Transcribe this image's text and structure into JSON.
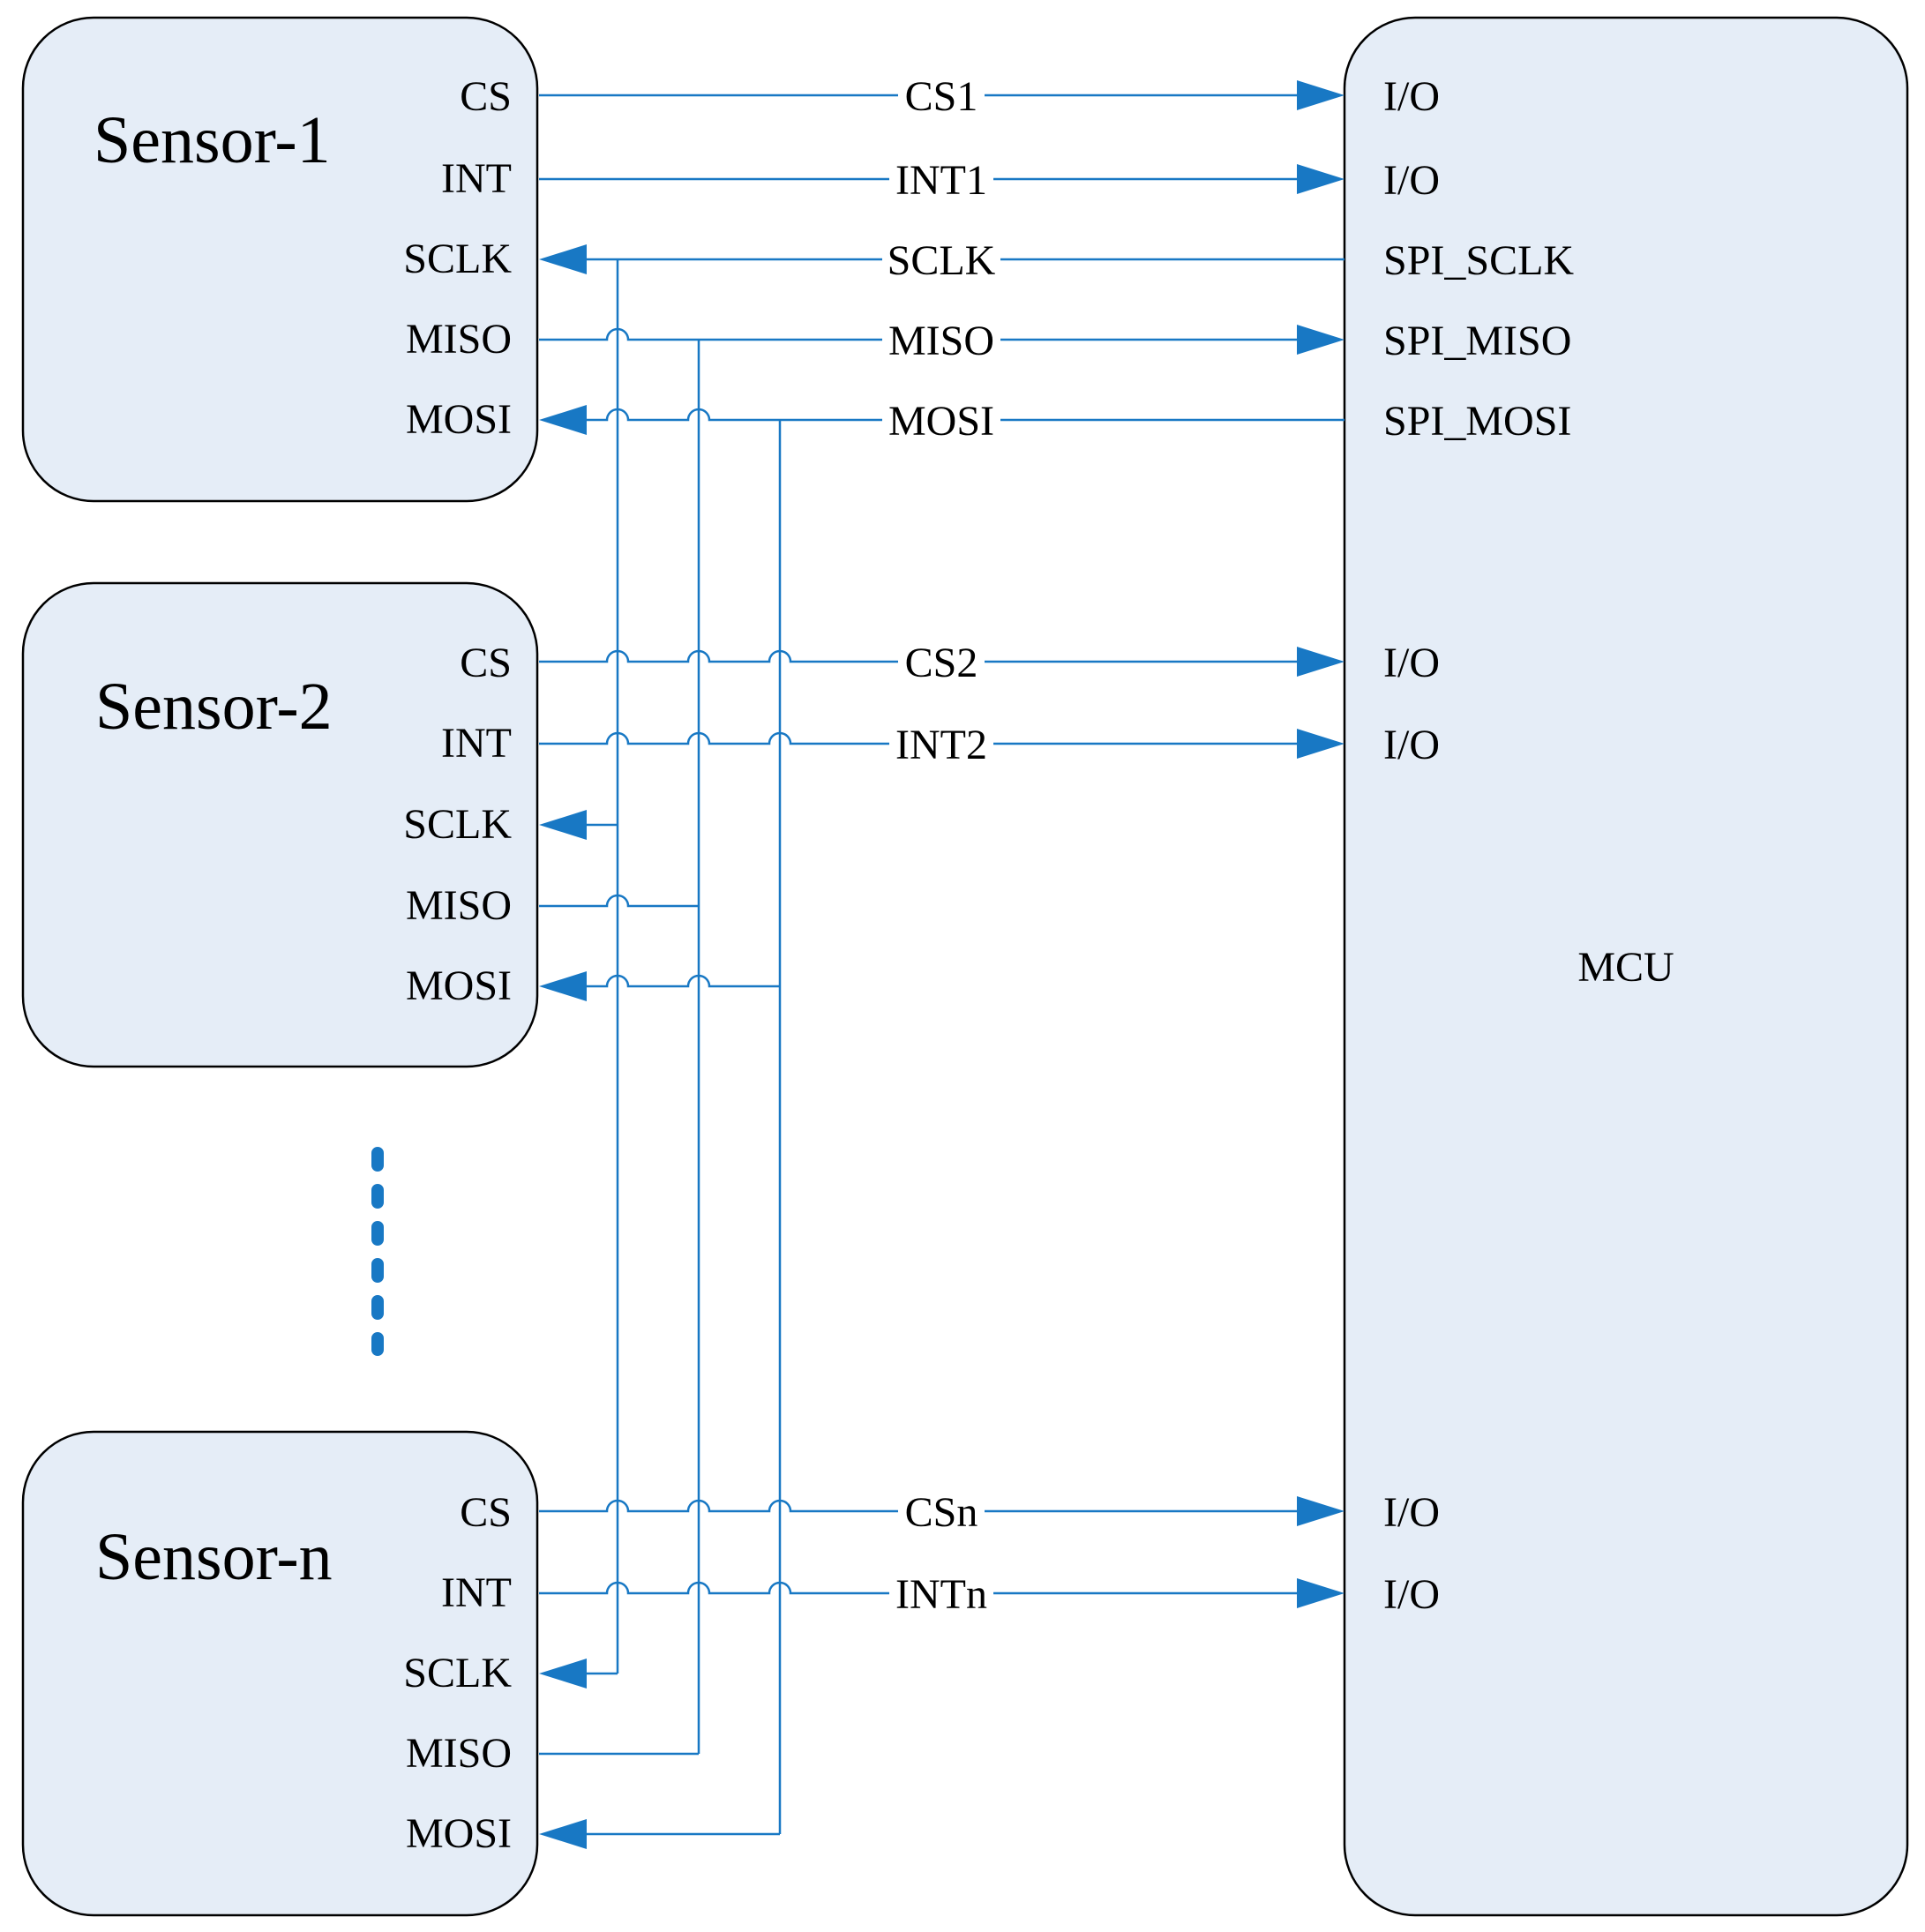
{
  "sensors": [
    {
      "title": "Sensor-1",
      "pins": [
        "CS",
        "INT",
        "SCLK",
        "MISO",
        "MOSI"
      ]
    },
    {
      "title": "Sensor-2",
      "pins": [
        "CS",
        "INT",
        "SCLK",
        "MISO",
        "MOSI"
      ]
    },
    {
      "title": "Sensor-n",
      "pins": [
        "CS",
        "INT",
        "SCLK",
        "MISO",
        "MOSI"
      ]
    }
  ],
  "mcu": {
    "title": "MCU",
    "pins": [
      "I/O",
      "I/O",
      "SPI_SCLK",
      "SPI_MISO",
      "SPI_MOSI",
      "I/O",
      "I/O",
      "I/O",
      "I/O"
    ]
  },
  "nets": [
    "CS1",
    "INT1",
    "SCLK",
    "MISO",
    "MOSI",
    "CS2",
    "INT2",
    "CSn",
    "INTn"
  ],
  "colors": {
    "wire": "#1878c4",
    "box_fill": "#e5edf7",
    "box_stroke": "#000000"
  }
}
